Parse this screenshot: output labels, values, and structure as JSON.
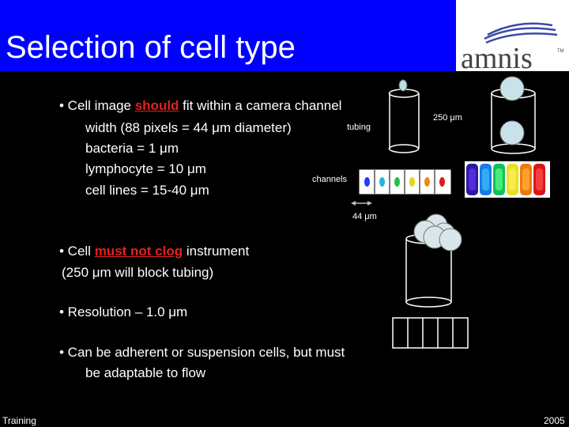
{
  "title": "Selection of cell type",
  "logo": {
    "text": "amnis",
    "tm": "TM"
  },
  "bullets": {
    "b1": {
      "prefix": "• Cell image ",
      "emph": "should",
      "suffix": " fit within a camera channel"
    },
    "b1_lines": [
      "width (88 pixels = 44 μm diameter)",
      "bacteria = 1 μm",
      "lymphocyte = 10 μm",
      "cell lines = 15-40 μm"
    ],
    "b2": {
      "prefix": "• Cell ",
      "emph": "must not clog",
      "suffix": " instrument"
    },
    "b2_line": "(250 μm will block tubing)",
    "b3": "• Resolution – 1.0 μm",
    "b4": [
      "• Can be adherent or suspension cells, but must",
      "be adaptable to flow"
    ]
  },
  "diagram_labels": {
    "tubing": "tubing",
    "channels": "channels",
    "width_44": "44 μm",
    "size_250": "250 μm"
  },
  "footer": {
    "left": "Training",
    "right": "2005"
  },
  "colors": {
    "header_bg": "#0000ff",
    "emphasis": "#e52020",
    "channel_cells": [
      "#1f3cff",
      "#1bb8e0",
      "#22c04a",
      "#f0d020",
      "#f08a10",
      "#e01818"
    ]
  }
}
